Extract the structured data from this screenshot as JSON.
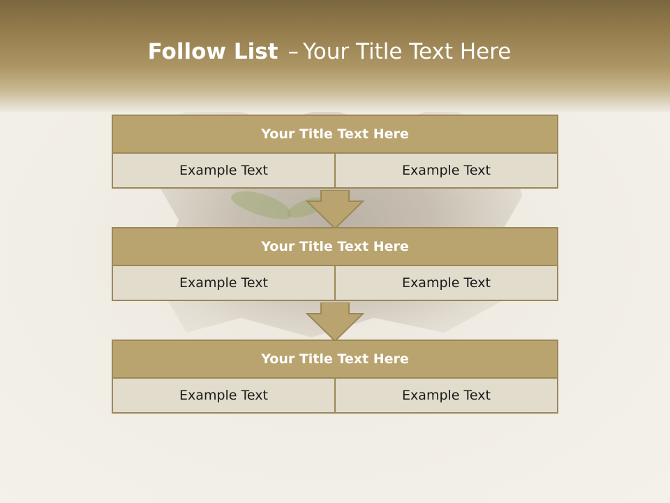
{
  "slide": {
    "title_bold": "Follow List",
    "title_sep": "–",
    "title_rest": "Your Title Text Here"
  },
  "blocks": [
    {
      "title": "Your Title Text Here",
      "cells": [
        "Example Text",
        "Example Text"
      ]
    },
    {
      "title": "Your Title Text Here",
      "cells": [
        "Example Text",
        "Example Text"
      ]
    },
    {
      "title": "Your Title Text Here",
      "cells": [
        "Example Text",
        "Example Text"
      ]
    }
  ],
  "colors": {
    "header_title_bg": "#b9a46f",
    "cell_bg": "#e2dccd",
    "border": "#9c8758"
  }
}
